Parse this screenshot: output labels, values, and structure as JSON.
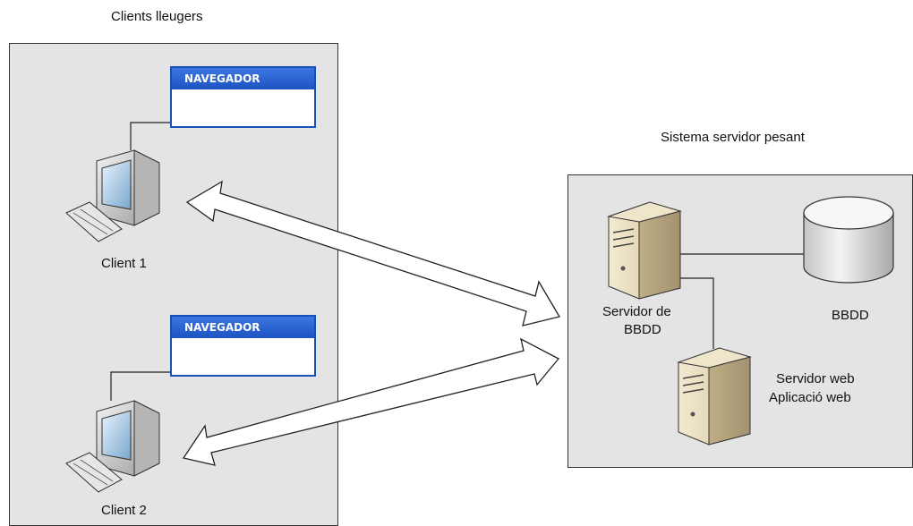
{
  "left_group": {
    "title": "Clients lleugers"
  },
  "right_group": {
    "title": "Sistema servidor pesant"
  },
  "clients": [
    {
      "label": "Client 1",
      "browser_title": "NAVEGADOR"
    },
    {
      "label": "Client 2",
      "browser_title": "NAVEGADOR"
    }
  ],
  "servers": {
    "db_server_line1": "Servidor de",
    "db_server_line2": "BBDD",
    "database": "BBDD",
    "web_server_line1": "Servidor web",
    "web_server_line2": "Aplicació web"
  }
}
